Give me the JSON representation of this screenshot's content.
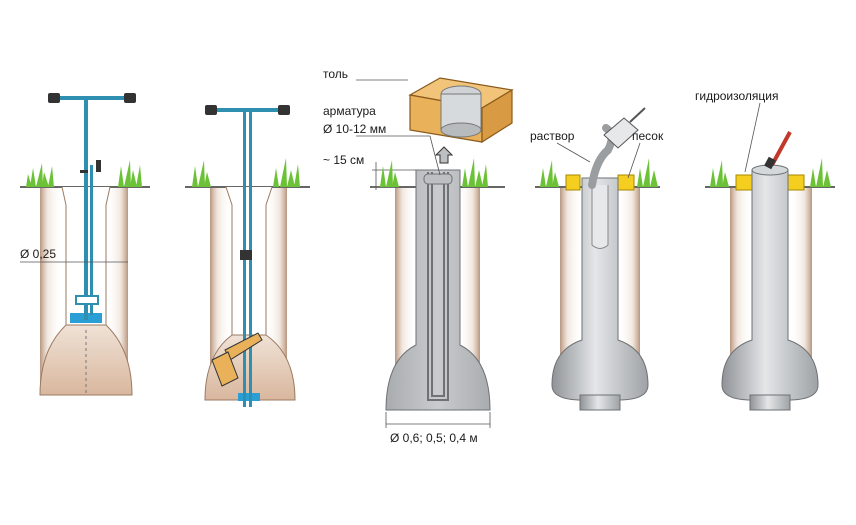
{
  "labels": {
    "diameter_hole": "Ø 0,25",
    "tol": "толь",
    "armatura": "арматура",
    "armatura_size": "Ø 10-12 мм",
    "depth_15": "~ 15 см",
    "base_diameters": "Ø 0,6; 0,5; 0,4 м",
    "rastvor": "раствор",
    "pesok": "песок",
    "gidroizolyatsiya": "гидроизоляция"
  },
  "colors": {
    "soil_dark": "#c9a98f",
    "soil_light": "#f4ece4",
    "concrete": "#c7c9cc",
    "concrete_dark": "#9a9da1",
    "auger": "#2f8fb0",
    "water": "#2a9fd6",
    "grass": "#6cc236",
    "sand": "#f5cf1f",
    "wood": "#e8b15a"
  }
}
